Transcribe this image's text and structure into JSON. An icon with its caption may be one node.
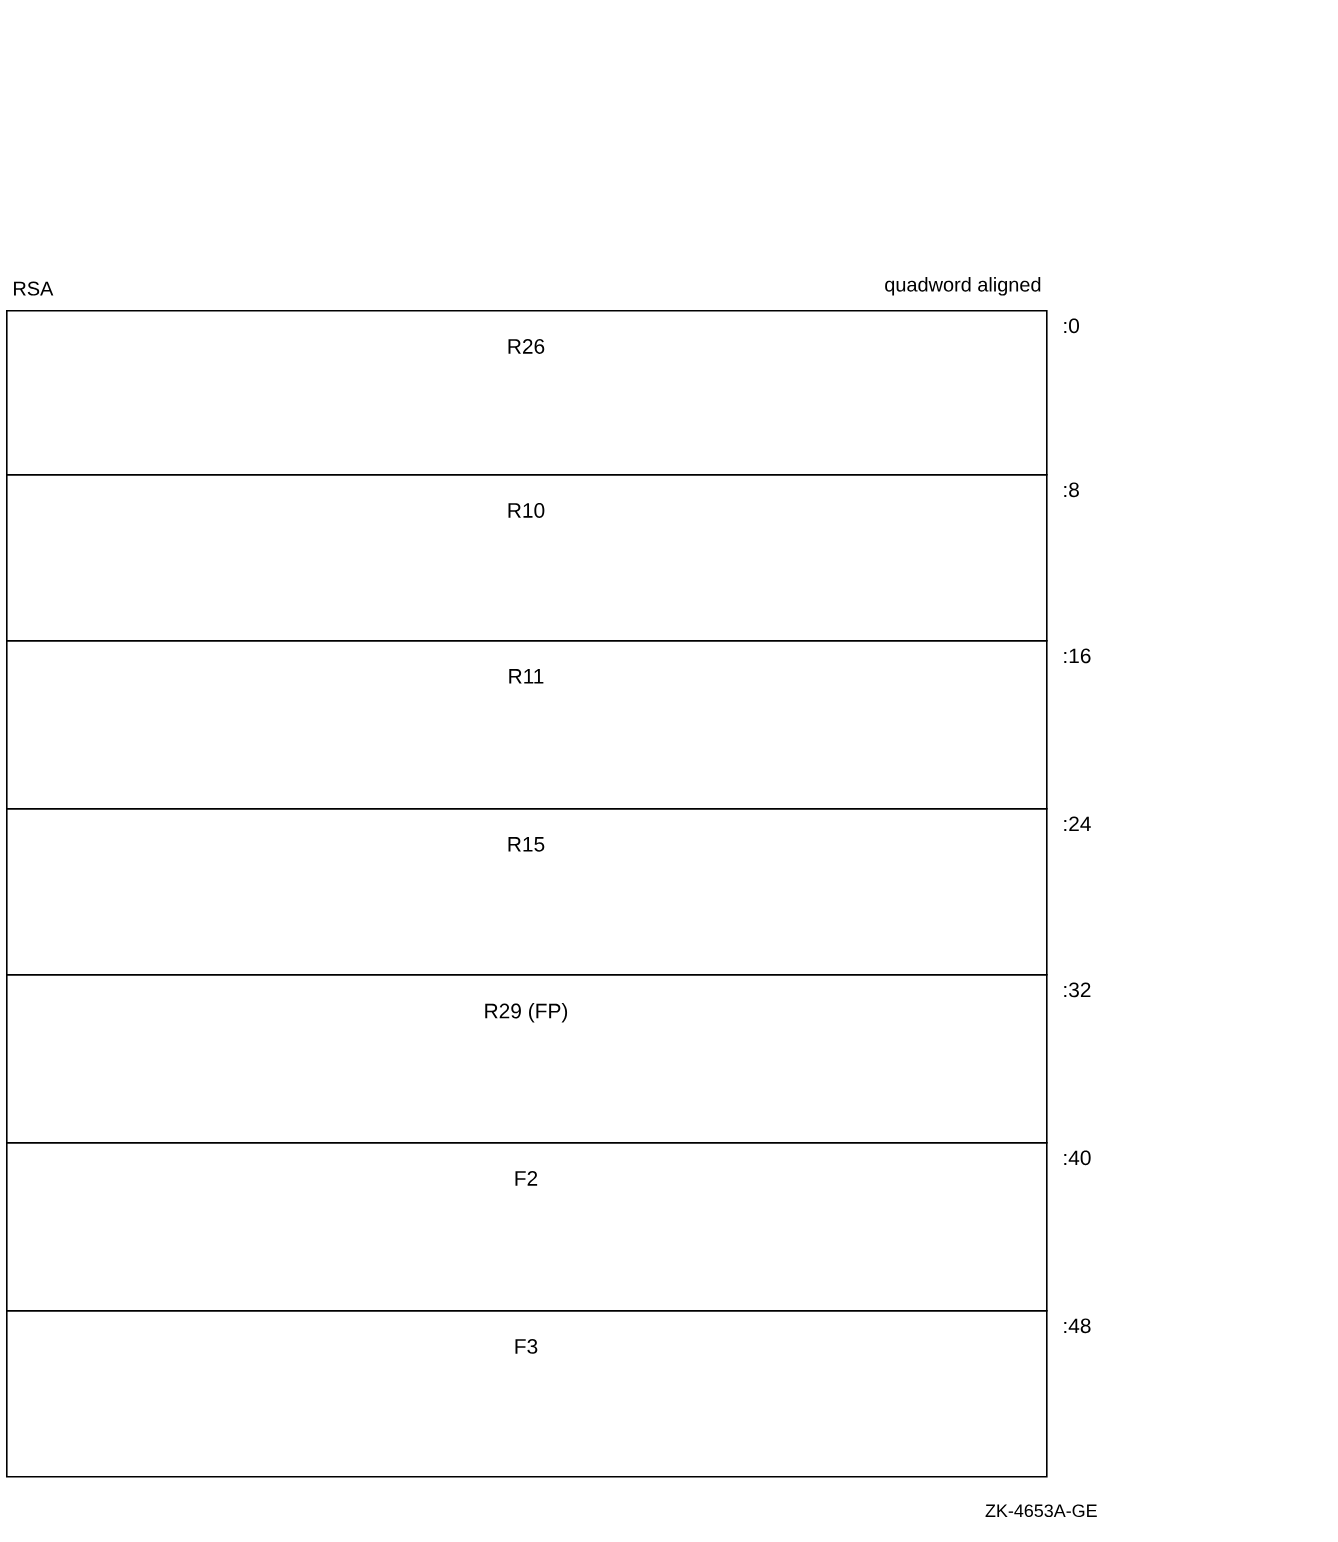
{
  "diagram": {
    "nodes": [
      {
        "text": [
          "R26"
        ],
        "beside": [
          ":0"
        ]
      },
      {
        "text": [
          "R10"
        ],
        "beside": [
          ":8"
        ]
      },
      {
        "text": [
          "R11"
        ],
        "beside": [
          ":16"
        ]
      },
      {
        "text": [
          "R15"
        ],
        "beside": [
          ":24"
        ]
      },
      {
        "text": [
          "R29 (FP)"
        ],
        "beside": [
          ":32"
        ]
      },
      {
        "text": [
          "F2"
        ],
        "beside": [
          ":40"
        ]
      },
      {
        "text": [
          "F3"
        ],
        "beside": [
          ":48"
        ]
      }
    ],
    "labels": [
      "RSA",
      "quadword aligned",
      "ZK-4653A-GE"
    ]
  }
}
